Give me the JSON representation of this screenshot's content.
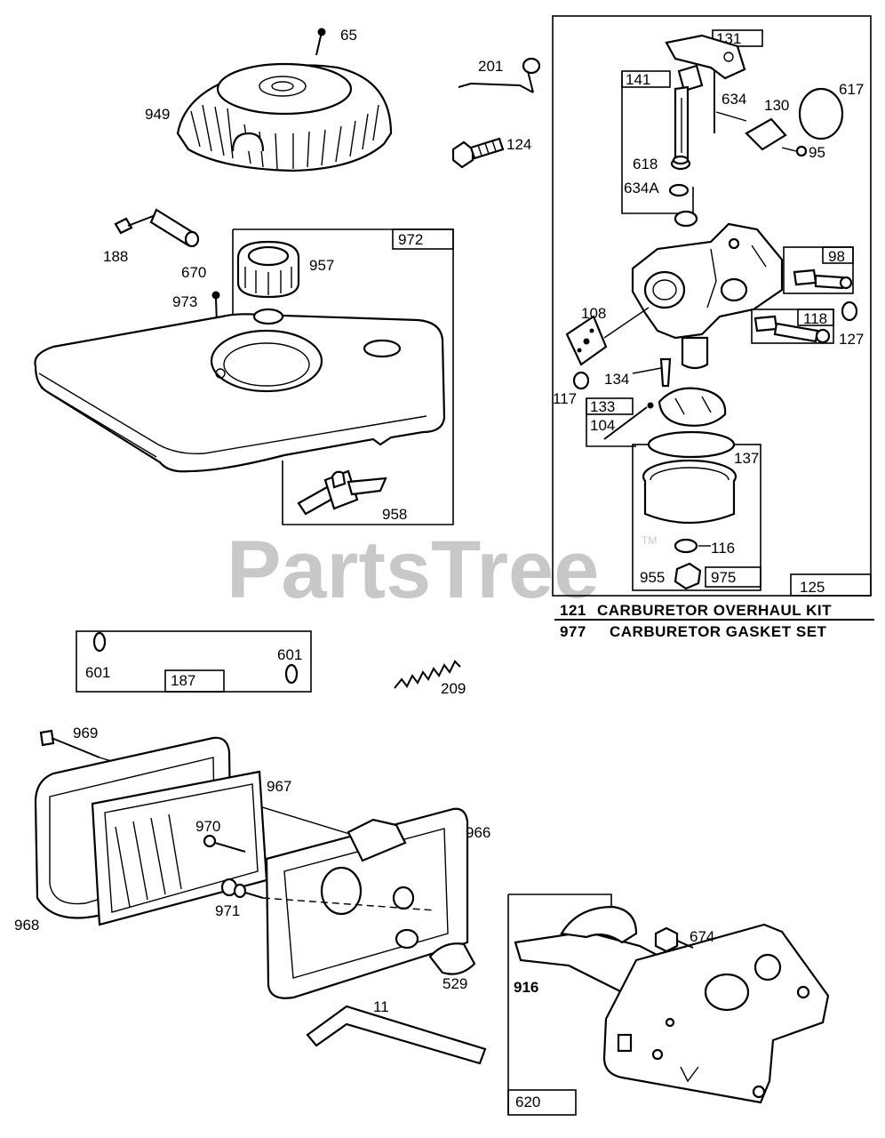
{
  "watermark": {
    "text": "PartsTree",
    "trademark": "TM"
  },
  "kits": [
    {
      "number": "121",
      "name": "CARBURETOR OVERHAUL KIT"
    },
    {
      "number": "977",
      "name": "CARBURETOR GASKET SET"
    }
  ],
  "callouts": {
    "c65": "65",
    "c949": "949",
    "c201": "201",
    "c124": "124",
    "c188": "188",
    "c670": "670",
    "c972": "972",
    "c957": "957",
    "c973": "973",
    "c958": "958",
    "c131": "131",
    "c141": "141",
    "c634": "634",
    "c130": "130",
    "c617": "617",
    "c95": "95",
    "c618": "618",
    "c634a": "634A",
    "c98": "98",
    "c108": "108",
    "c118": "118",
    "c127": "127",
    "c117": "117",
    "c134": "134",
    "c133": "133",
    "c104": "104",
    "c137": "137",
    "c116": "116",
    "c955": "955",
    "c975": "975",
    "c125": "125",
    "c601a": "601",
    "c601b": "601",
    "c187": "187",
    "c209": "209",
    "c969": "969",
    "c967": "967",
    "c970": "970",
    "c966": "966",
    "c968": "968",
    "c971": "971",
    "c529": "529",
    "c11": "11",
    "c674": "674",
    "c916": "916",
    "c620": "620"
  }
}
